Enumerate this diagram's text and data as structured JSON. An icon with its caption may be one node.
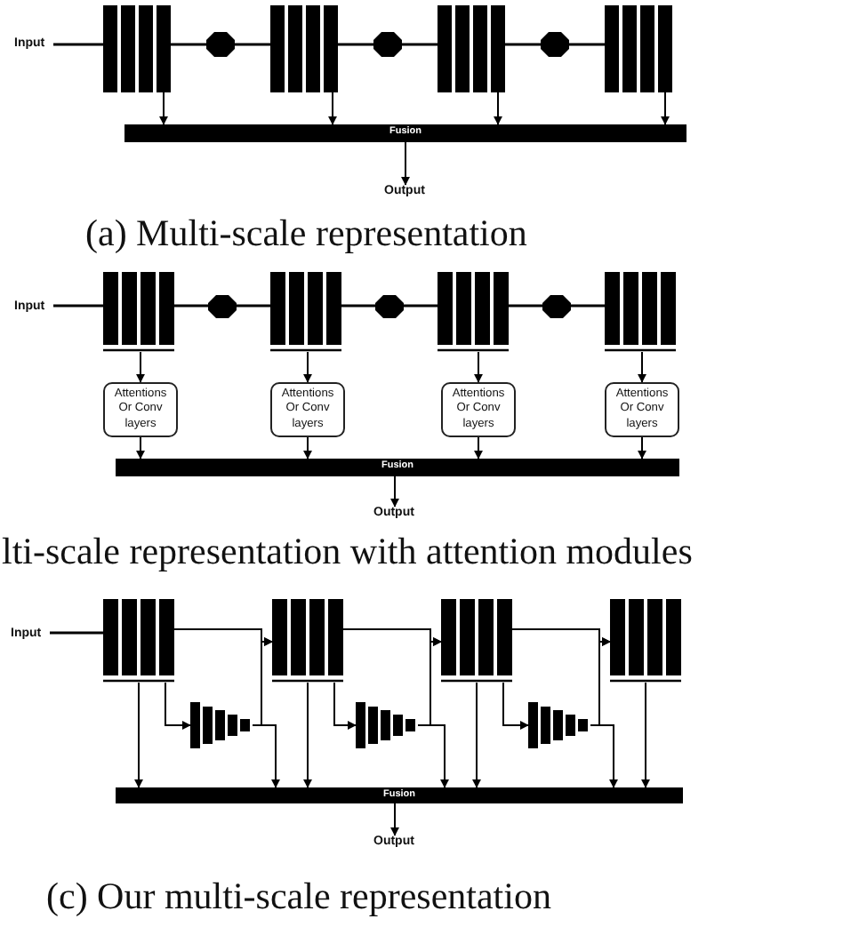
{
  "diagram": {
    "nodes": [
      {
        "text": [
          "Input"
        ]
      },
      {
        "text": [],
        "shape": "stack"
      },
      {
        "text": [],
        "shape": "stack"
      },
      {
        "text": [],
        "shape": "stack"
      },
      {
        "text": [],
        "shape": "stack"
      },
      {
        "text": [],
        "shape": "octagon"
      },
      {
        "text": [],
        "shape": "octagon"
      },
      {
        "text": [],
        "shape": "octagon"
      },
      {
        "text": [
          "Fusion"
        ]
      },
      {
        "text": [
          "Output"
        ]
      },
      {
        "text": [
          "Input"
        ]
      },
      {
        "text": [],
        "shape": "stack"
      },
      {
        "text": [],
        "shape": "stack"
      },
      {
        "text": [],
        "shape": "stack"
      },
      {
        "text": [],
        "shape": "stack"
      },
      {
        "text": [],
        "shape": "octagon"
      },
      {
        "text": [],
        "shape": "octagon"
      },
      {
        "text": [],
        "shape": "octagon"
      },
      {
        "text": [
          "Attentions Or Conv layers"
        ]
      },
      {
        "text": [
          "Attentions Or Conv layers"
        ]
      },
      {
        "text": [
          "Attentions Or Conv layers"
        ]
      },
      {
        "text": [
          "Attentions Or Conv layers"
        ]
      },
      {
        "text": [
          "Fusion"
        ]
      },
      {
        "text": [
          "Output"
        ]
      },
      {
        "text": [
          "Input"
        ]
      },
      {
        "text": [],
        "shape": "stack"
      },
      {
        "text": [],
        "shape": "stack"
      },
      {
        "text": [],
        "shape": "stack"
      },
      {
        "text": [],
        "shape": "stack"
      },
      {
        "text": [],
        "shape": "pyramid"
      },
      {
        "text": [],
        "shape": "pyramid"
      },
      {
        "text": [],
        "shape": "pyramid"
      },
      {
        "text": [
          "Fusion"
        ]
      },
      {
        "text": [
          "Output"
        ]
      }
    ],
    "edges": [
      {
        "from": 0,
        "to": 1,
        "arrow": "none"
      },
      {
        "from": 1,
        "to": 5,
        "arrow": "none"
      },
      {
        "from": 5,
        "to": 2,
        "arrow": "none"
      },
      {
        "from": 2,
        "to": 6,
        "arrow": "none"
      },
      {
        "from": 6,
        "to": 3,
        "arrow": "none"
      },
      {
        "from": 3,
        "to": 7,
        "arrow": "none"
      },
      {
        "from": 7,
        "to": 4,
        "arrow": "none"
      },
      {
        "from": 1,
        "to": 8,
        "arrow": "to"
      },
      {
        "from": 2,
        "to": 8,
        "arrow": "to"
      },
      {
        "from": 3,
        "to": 8,
        "arrow": "to"
      },
      {
        "from": 4,
        "to": 8,
        "arrow": "to"
      },
      {
        "from": 8,
        "to": 9,
        "arrow": "to"
      },
      {
        "from": 10,
        "to": 11,
        "arrow": "none"
      },
      {
        "from": 11,
        "to": 15,
        "arrow": "none"
      },
      {
        "from": 15,
        "to": 12,
        "arrow": "none"
      },
      {
        "from": 12,
        "to": 16,
        "arrow": "none"
      },
      {
        "from": 16,
        "to": 13,
        "arrow": "none"
      },
      {
        "from": 13,
        "to": 17,
        "arrow": "none"
      },
      {
        "from": 17,
        "to": 14,
        "arrow": "none"
      },
      {
        "from": 11,
        "to": 18,
        "arrow": "to"
      },
      {
        "from": 12,
        "to": 19,
        "arrow": "to"
      },
      {
        "from": 13,
        "to": 20,
        "arrow": "to"
      },
      {
        "from": 14,
        "to": 21,
        "arrow": "to"
      },
      {
        "from": 18,
        "to": 22,
        "arrow": "to"
      },
      {
        "from": 19,
        "to": 22,
        "arrow": "to"
      },
      {
        "from": 20,
        "to": 22,
        "arrow": "to"
      },
      {
        "from": 21,
        "to": 22,
        "arrow": "to"
      },
      {
        "from": 22,
        "to": 23,
        "arrow": "to"
      },
      {
        "from": 24,
        "to": 25,
        "arrow": "none"
      },
      {
        "from": 25,
        "to": 26,
        "arrow": "to"
      },
      {
        "from": 26,
        "to": 27,
        "arrow": "to"
      },
      {
        "from": 27,
        "to": 28,
        "arrow": "to"
      },
      {
        "from": 25,
        "to": 29,
        "arrow": "to"
      },
      {
        "from": 26,
        "to": 30,
        "arrow": "to"
      },
      {
        "from": 27,
        "to": 31,
        "arrow": "to"
      },
      {
        "from": 29,
        "to": 26,
        "arrow": "to"
      },
      {
        "from": 30,
        "to": 27,
        "arrow": "to"
      },
      {
        "from": 31,
        "to": 28,
        "arrow": "to"
      },
      {
        "from": 25,
        "to": 32,
        "arrow": "to"
      },
      {
        "from": 26,
        "to": 32,
        "arrow": "to"
      },
      {
        "from": 27,
        "to": 32,
        "arrow": "to"
      },
      {
        "from": 28,
        "to": 32,
        "arrow": "to"
      },
      {
        "from": 29,
        "to": 32,
        "arrow": "to"
      },
      {
        "from": 30,
        "to": 32,
        "arrow": "to"
      },
      {
        "from": 31,
        "to": 32,
        "arrow": "to"
      },
      {
        "from": 32,
        "to": 33,
        "arrow": "to"
      }
    ],
    "labels": [
      "(a) Multi-scale representation",
      "lti-scale representation with attention modules",
      "(c) Our multi-scale representation"
    ]
  }
}
